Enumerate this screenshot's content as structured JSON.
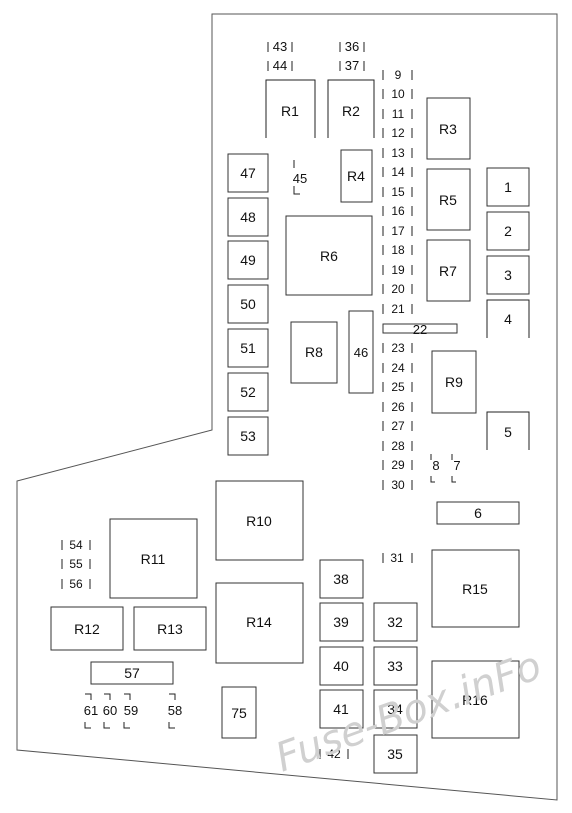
{
  "relays": {
    "r1": "R1",
    "r2": "R2",
    "r3": "R3",
    "r4": "R4",
    "r5": "R5",
    "r6": "R6",
    "r7": "R7",
    "r8": "R8",
    "r9": "R9",
    "r10": "R10",
    "r11": "R11",
    "r12": "R12",
    "r13": "R13",
    "r14": "R14",
    "r15": "R15",
    "r16": "R16"
  },
  "fuses": {
    "f1": "1",
    "f2": "2",
    "f3": "3",
    "f4": "4",
    "f5": "5",
    "f6": "6",
    "f7": "7",
    "f8": "8",
    "f9": "9",
    "f10": "10",
    "f11": "11",
    "f12": "12",
    "f13": "13",
    "f14": "14",
    "f15": "15",
    "f16": "16",
    "f17": "17",
    "f18": "18",
    "f19": "19",
    "f20": "20",
    "f21": "21",
    "f22": "22",
    "f23": "23",
    "f24": "24",
    "f25": "25",
    "f26": "26",
    "f27": "27",
    "f28": "28",
    "f29": "29",
    "f30": "30",
    "f31": "31",
    "f32": "32",
    "f33": "33",
    "f34": "34",
    "f35": "35",
    "f36": "36",
    "f37": "37",
    "f38": "38",
    "f39": "39",
    "f40": "40",
    "f41": "41",
    "f42": "42",
    "f43": "43",
    "f44": "44",
    "f45": "45",
    "f46": "46",
    "f47": "47",
    "f48": "48",
    "f49": "49",
    "f50": "50",
    "f51": "51",
    "f52": "52",
    "f53": "53",
    "f54": "54",
    "f55": "55",
    "f56": "56",
    "f57": "57",
    "f58": "58",
    "f59": "59",
    "f60": "60",
    "f61": "61",
    "f75": "75"
  },
  "watermark": "Fuse-Box.inFo",
  "colors": {
    "outline": "#555555",
    "stroke": "#333333",
    "text": "#111111",
    "watermark": "#d0d0d0"
  }
}
